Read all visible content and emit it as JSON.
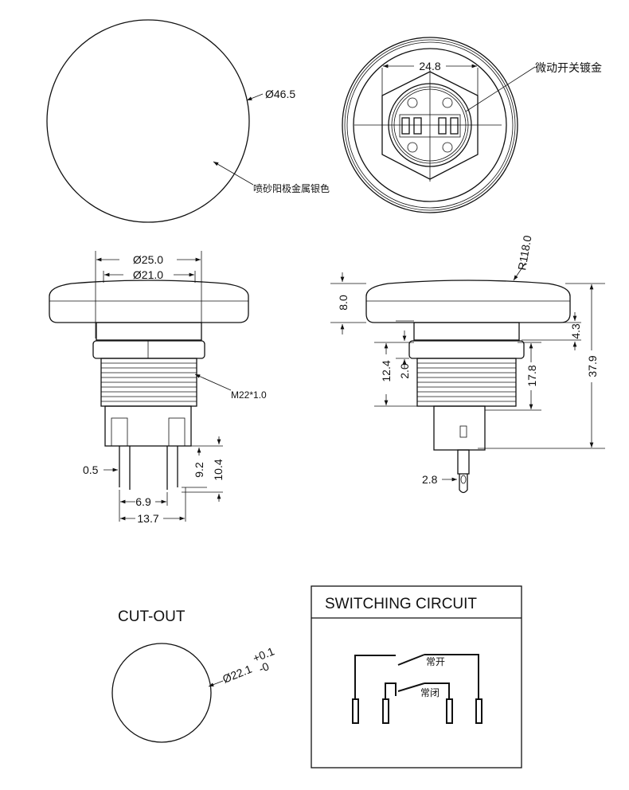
{
  "front_view": {
    "diameter": "Ø46.5",
    "finish_note": "喷砂阳极金属银色"
  },
  "rear_view": {
    "hex_width": "24.8",
    "contact_note": "微动开关镀金"
  },
  "side_view_left": {
    "cap_outer_dia": "Ø25.0",
    "cap_inner_dia": "Ø21.0",
    "thread": "M22*1.0",
    "pin_thickness": "0.5",
    "pin_spacing": "6.9",
    "pin_span": "13.7",
    "pin_length_short": "9.2",
    "pin_length_long": "10.4"
  },
  "side_view_right": {
    "radius": "R118.0",
    "head_height": "8.0",
    "collar_height": "4.3",
    "total_height": "37.9",
    "thread_length": "12.4",
    "nut_thickness": "2.0",
    "body_length": "17.8",
    "pin_width": "2.8"
  },
  "cutout": {
    "title": "CUT-OUT",
    "diameter": "Ø22.1",
    "tol_plus": "+0.1",
    "tol_minus": "-0"
  },
  "circuit": {
    "title": "SWITCHING CIRCUIT",
    "no_label": "常开",
    "nc_label": "常闭"
  }
}
